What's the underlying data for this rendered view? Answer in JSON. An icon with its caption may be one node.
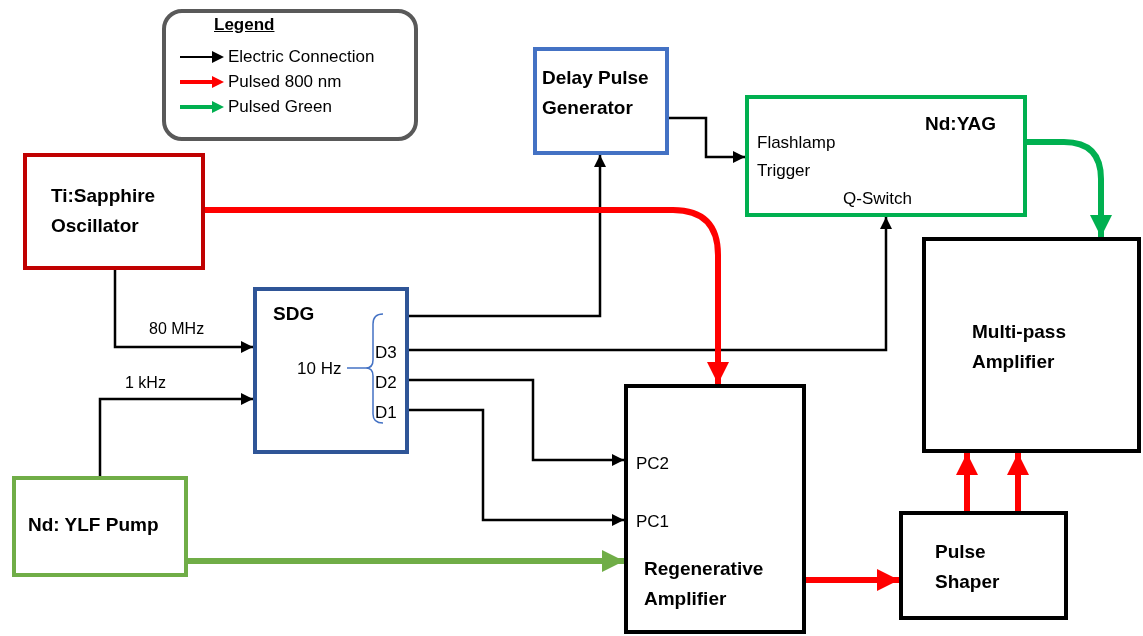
{
  "diagram": {
    "nodes": [
      {
        "text": [
          "Delay Pulse Generator"
        ]
      },
      {
        "text": [
          "Nd:YAG",
          "Flashlamp Trigger",
          "Q-Switch"
        ]
      },
      {
        "text": [
          "Ti:Sapphire Oscillator"
        ]
      },
      {
        "text": [
          "SDG",
          "10 Hz",
          "D3",
          "D2",
          "D1"
        ]
      },
      {
        "text": [
          "Multi-pass Amplifier"
        ]
      },
      {
        "text": [
          "PC2",
          "PC1",
          "Regenerative Amplifier"
        ]
      },
      {
        "text": [
          "Nd: YLF Pump"
        ]
      },
      {
        "text": [
          "Pulse Shaper"
        ]
      }
    ],
    "edges": [
      {
        "from": 2,
        "to": 3,
        "arrow": "to",
        "label": "80 MHz"
      },
      {
        "from": 6,
        "to": 3,
        "arrow": "to",
        "label": "1 kHz"
      },
      {
        "from": 3,
        "to": 0,
        "arrow": "to"
      },
      {
        "from": 0,
        "to": 1,
        "arrow": "to"
      },
      {
        "from": 3,
        "to": 1,
        "arrow": "to"
      },
      {
        "from": 3,
        "to": 5,
        "arrow": "to"
      },
      {
        "from": 3,
        "to": 5,
        "arrow": "to"
      },
      {
        "from": 2,
        "to": 5,
        "arrow": "to",
        "style": "thick",
        "color": "#ff0000"
      },
      {
        "from": 1,
        "to": 4,
        "arrow": "to",
        "style": "thick",
        "color": "#00b050"
      },
      {
        "from": 6,
        "to": 5,
        "arrow": "to",
        "style": "thick",
        "color": "#70ad47"
      },
      {
        "from": 5,
        "to": 7,
        "arrow": "to",
        "style": "thick",
        "color": "#ff0000"
      },
      {
        "from": 7,
        "to": 4,
        "arrow": "to",
        "style": "thick",
        "color": "#ff0000"
      },
      {
        "from": 7,
        "to": 4,
        "arrow": "to",
        "style": "thick",
        "color": "#ff0000"
      }
    ],
    "labels": [
      "Legend"
    ],
    "legend": [
      {
        "text": "Electric Connection",
        "color": "#000000"
      },
      {
        "text": "Pulsed 800 nm",
        "color": "#ff0000"
      },
      {
        "text": "Pulsed Green",
        "color": "#00b050"
      }
    ]
  }
}
